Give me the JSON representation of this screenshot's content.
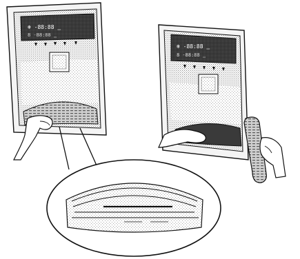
{
  "figure": {
    "panels": [
      {
        "id": "left-panel",
        "display_text_top": "❄ -88:88 ‗",
        "display_text_bottom": "8 -88:88 ‗",
        "button_count": 5
      },
      {
        "id": "right-panel",
        "display_text_top": "❄ -88:88 ‗",
        "display_text_bottom": "8 -88:88 ‗",
        "button_count": 5
      }
    ],
    "colors": {
      "ink": "#111111",
      "stipple": "#9a9a9a",
      "display": "#1a1a1a",
      "tray": "#3a3a3a",
      "paper": "#ffffff"
    }
  }
}
